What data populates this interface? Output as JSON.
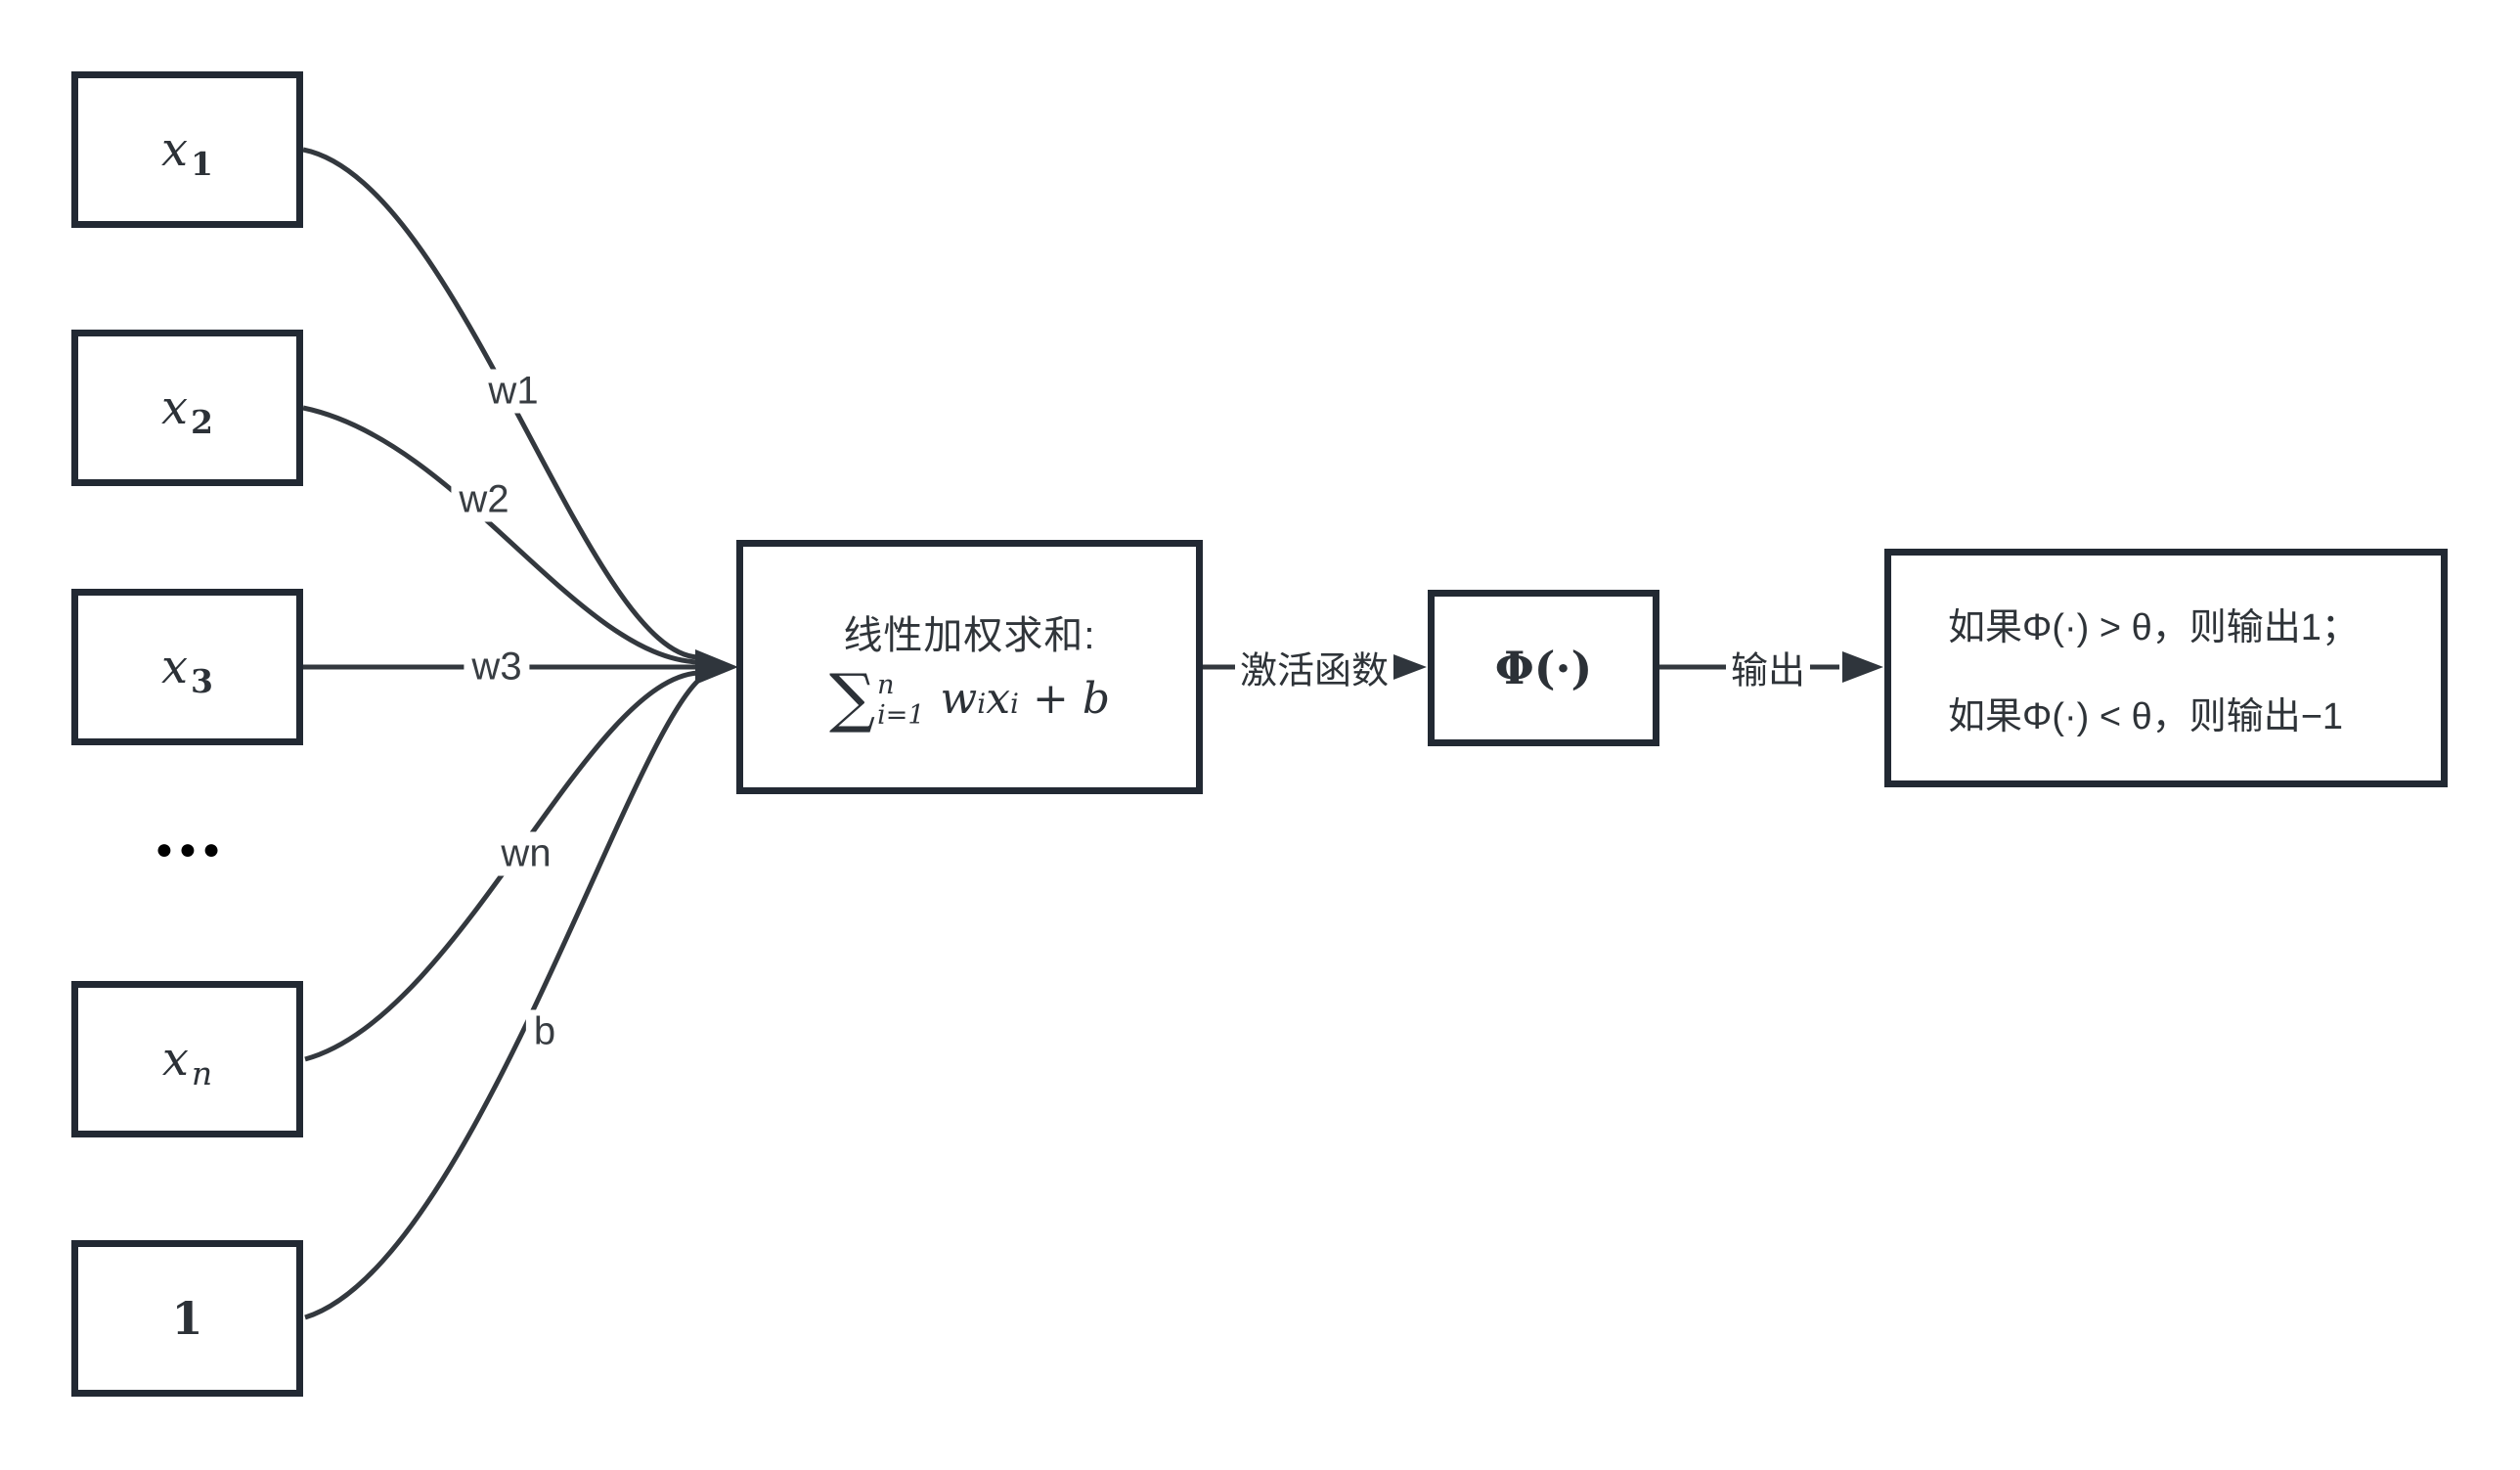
{
  "diagram": {
    "inputs": [
      {
        "main": "x",
        "sub": "1"
      },
      {
        "main": "x",
        "sub": "2"
      },
      {
        "main": "x",
        "sub": "3"
      },
      {
        "main": "x",
        "sub": "n"
      },
      {
        "main": "1",
        "sub": ""
      }
    ],
    "ellipsis": "●●●",
    "weights": {
      "w1": "w1",
      "w2": "w2",
      "w3": "w3",
      "wn": "wn",
      "b": "b"
    },
    "sum_box": {
      "title": "线性加权求和:",
      "formula": {
        "sum_symbol": "∑",
        "upper_limit": "n",
        "lower_limit": "i=1",
        "w": "w",
        "w_sub": "i",
        "x": "x",
        "x_sub": "i",
        "tail": "+ b"
      }
    },
    "activation_edge_label": "激活函数",
    "activation_box": "Φ(·)",
    "output_edge_label": "输出",
    "output_box": {
      "line1": "如果Φ(·) > θ，则输出1；",
      "line2": "如果Φ(·) < θ，则输出−1"
    },
    "colors": {
      "stroke": "#33383e",
      "border": "#222933",
      "label_text": "#383d42"
    }
  }
}
